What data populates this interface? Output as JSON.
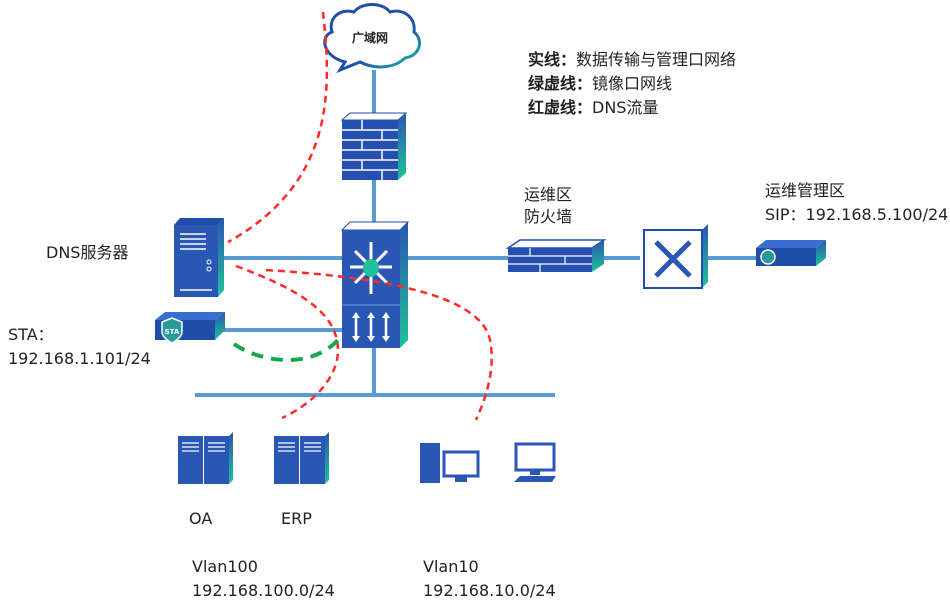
{
  "diagram": {
    "legend": [
      {
        "key": "实线：",
        "text": "数据传输与管理口网络"
      },
      {
        "key": "绿虚线：",
        "text": "镜像口网线"
      },
      {
        "key": "红虚线：",
        "text": "DNS流量"
      }
    ],
    "cloud": {
      "label": "广域网"
    },
    "dns_server": {
      "label": "DNS服务器"
    },
    "sta": {
      "label": "STA：",
      "ip": "192.168.1.101/24",
      "badge": "STA"
    },
    "ops_firewall": {
      "line1": "运维区",
      "line2": "防火墙"
    },
    "ops_mgmt": {
      "line1": "运维管理区",
      "line2": "SIP：192.168.5.100/24"
    },
    "servers": [
      {
        "label": "OA"
      },
      {
        "label": "ERP"
      }
    ],
    "vlans": [
      {
        "name": "Vlan100",
        "subnet": "192.168.100.0/24"
      },
      {
        "name": "Vlan10",
        "subnet": "192.168.10.0/24"
      }
    ],
    "colors": {
      "link": "#5b9bd5",
      "device": "#2e5cb8",
      "device_dark": "#1f4ea8",
      "accent_green": "#1fc29a",
      "dns_flow": "#ff2a2a",
      "mirror": "#14a84a"
    }
  }
}
